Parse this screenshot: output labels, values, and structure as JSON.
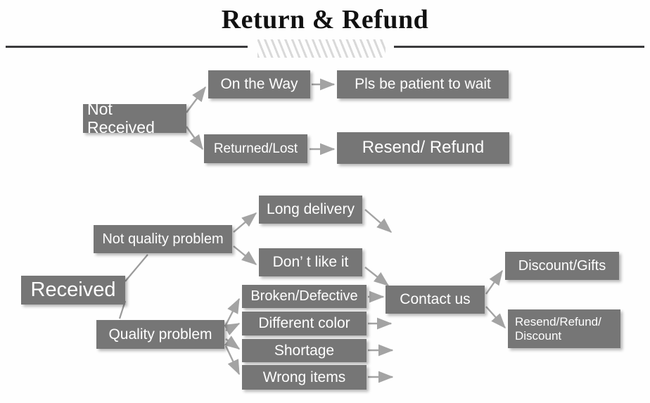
{
  "header": {
    "title": "Return & Refund",
    "divider_icon": "hatch-divider"
  },
  "flow": {
    "not_received": {
      "root_label": "Not Received",
      "branches": [
        {
          "condition": "On the Way",
          "outcome": "Pls be patient to wait"
        },
        {
          "condition": "Returned/Lost",
          "outcome": "Resend/ Refund"
        }
      ]
    },
    "received": {
      "root_label": "Received",
      "not_quality_label": "Not quality problem",
      "quality_label": "Quality problem",
      "not_quality_reasons": [
        "Long delivery",
        "Don’  t like it"
      ],
      "quality_reasons": [
        "Broken/Defective",
        "Different color",
        "Shortage",
        "Wrong items"
      ],
      "contact_label": "Contact us",
      "resolutions": [
        "Discount/Gifts",
        "Resend/Refund/\nDiscount"
      ]
    }
  },
  "colors": {
    "box_fill": "#767676",
    "box_text": "#ffffff",
    "arrow": "#a0a0a0",
    "rule": "#3a3a3c",
    "hatch": "#d9d9d9",
    "background": "#fefefe"
  }
}
